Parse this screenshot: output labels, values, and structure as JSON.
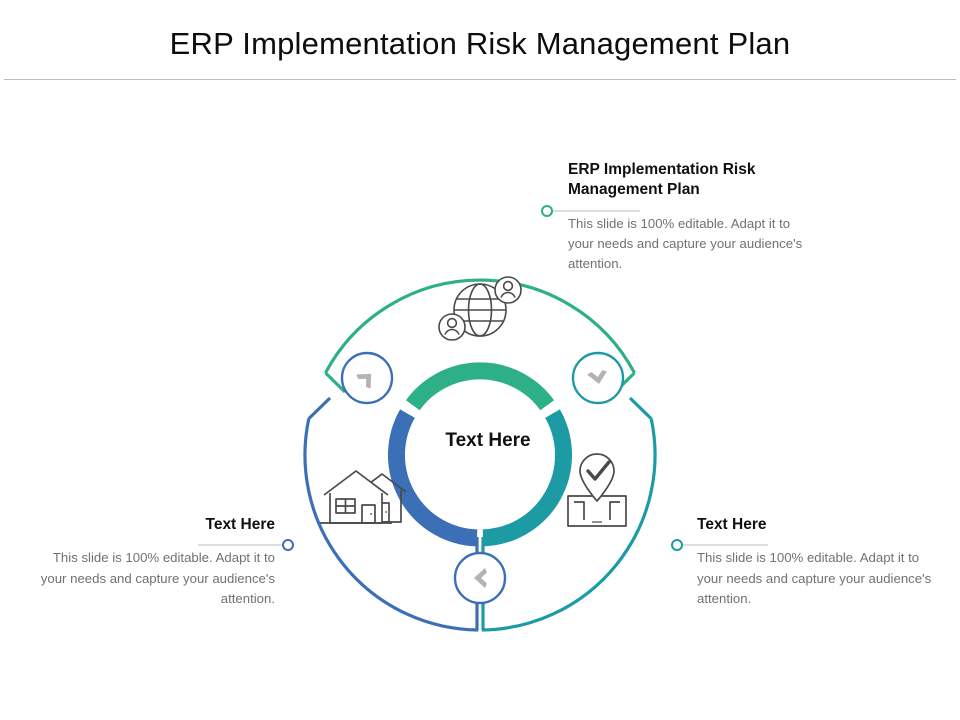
{
  "slide": {
    "title": "ERP Implementation Risk Management Plan",
    "center_label": "Text Here"
  },
  "colors": {
    "green": "#2EB086",
    "blue": "#3B6FB6",
    "teal": "#1C9BA5",
    "icon_gray": "#4a4a4a",
    "marker_gray": "#b3b3b3",
    "body_text": "#6e7275",
    "title_text": "#101010",
    "rule": "#b8bcc0"
  },
  "callouts": [
    {
      "id": "top-right",
      "title": "ERP Implementation Risk Management Plan",
      "body": "This slide is 100% editable. Adapt it to your needs and capture your audience's attention.",
      "accent": "#2EB086",
      "align": "left"
    },
    {
      "id": "bottom-right",
      "title": "Text Here",
      "body": "This slide is 100% editable. Adapt it to your needs and capture your audience's attention.",
      "accent": "#1C9BA5",
      "align": "left"
    },
    {
      "id": "left",
      "title": "Text Here",
      "body": "This slide is 100% editable. Adapt it to your needs and capture your audience's attention.",
      "accent": "#3B6FB6",
      "align": "right"
    }
  ],
  "segments": [
    {
      "id": "top",
      "color": "#2EB086",
      "icon": "globe-network-icon"
    },
    {
      "id": "left",
      "color": "#3B6FB6",
      "icon": "houses-icon"
    },
    {
      "id": "right",
      "color": "#1C9BA5",
      "icon": "ballot-check-pin-icon"
    }
  ],
  "markers": [
    {
      "id": "upper-left",
      "icon": "chevron-up-right-icon",
      "ring": "#3B6FB6"
    },
    {
      "id": "upper-right",
      "icon": "chevron-down-icon",
      "ring": "#1C9BA5"
    },
    {
      "id": "bottom",
      "icon": "chevron-left-icon",
      "ring": "#3B6FB6"
    }
  ]
}
